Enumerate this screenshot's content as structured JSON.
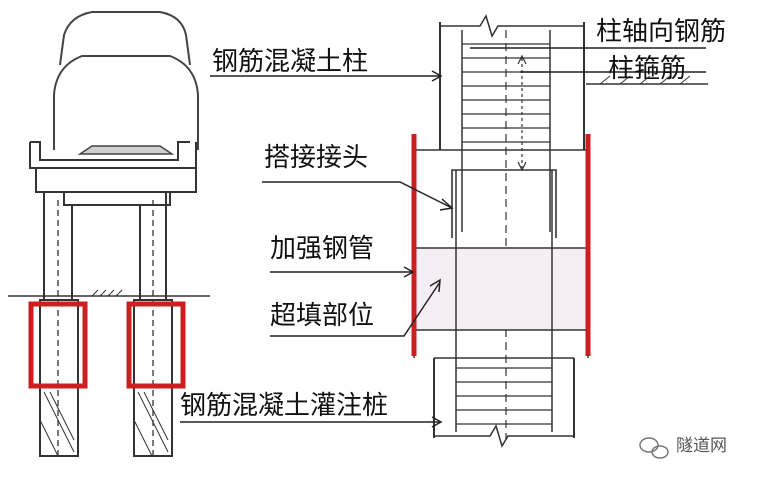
{
  "labels": {
    "rc_column": "钢筋混凝土柱",
    "column_axial_rebar": "柱轴向钢筋",
    "column_stirrup": "柱箍筋",
    "lap_joint": "搭接接头",
    "steel_casing": "加强钢管",
    "overfill_zone": "超填部位",
    "bored_pile": "钢筋混凝土灌注桩"
  },
  "watermark": {
    "text": "隧道网",
    "icon": "wechat-icon"
  },
  "colors": {
    "highlight": "#cc1f1f",
    "line": "#333333",
    "fill_zone": "#f6eef4"
  }
}
